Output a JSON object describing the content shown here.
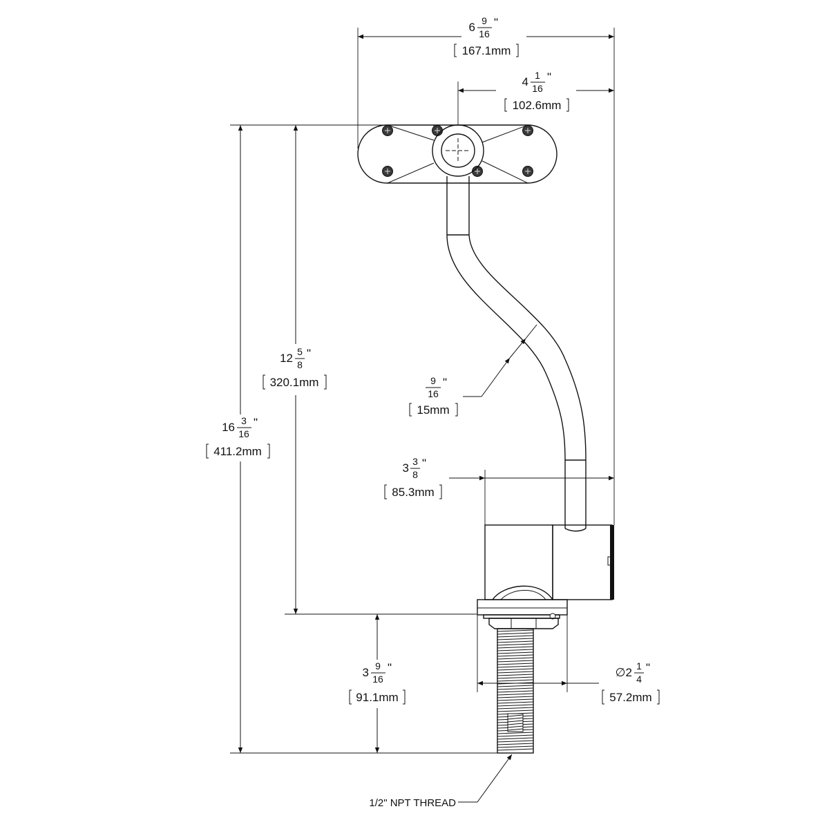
{
  "dimensions": {
    "overall_width": {
      "whole": "6",
      "num": "9",
      "den": "16",
      "unit": "\"",
      "metric": "167.1mm"
    },
    "offset_width": {
      "whole": "4",
      "num": "1",
      "den": "16",
      "unit": "\"",
      "metric": "102.6mm"
    },
    "height_to_base": {
      "whole": "12",
      "num": "5",
      "den": "8",
      "unit": "\"",
      "metric": "320.1mm"
    },
    "overall_height": {
      "whole": "16",
      "num": "3",
      "den": "16",
      "unit": "\"",
      "metric": "411.2mm"
    },
    "tube_diameter": {
      "whole": "",
      "num": "9",
      "den": "16",
      "unit": "\"",
      "metric": "15mm"
    },
    "head_width": {
      "whole": "3",
      "num": "3",
      "den": "8",
      "unit": "\"",
      "metric": "85.3mm"
    },
    "thread_length": {
      "whole": "3",
      "num": "9",
      "den": "16",
      "unit": "\"",
      "metric": "91.1mm"
    },
    "base_diameter": {
      "prefix": "∅",
      "whole": "2",
      "num": "1",
      "den": "4",
      "unit": "\"",
      "metric": "57.2mm"
    }
  },
  "notes": {
    "thread_label": "1/2\" NPT THREAD"
  }
}
